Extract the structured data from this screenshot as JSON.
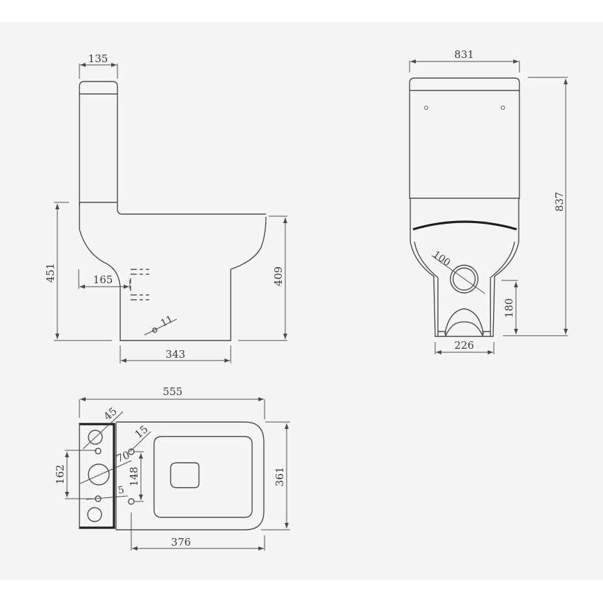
{
  "colors": {
    "background": "#f5f5f5",
    "outer_background": "#ffffff",
    "line": "#4a4a4a",
    "text": "#3a3a3a"
  },
  "side_view": {
    "tank_depth": "135",
    "overall_height_front": "451",
    "outlet_from_wall": "165",
    "bowl_height": "409",
    "base_length": "343",
    "fixing_hole_dia": "11"
  },
  "front_view": {
    "overall_width": "831",
    "overall_height": "837",
    "outlet_dia": "100",
    "outlet_height": "180",
    "base_width": "226"
  },
  "top_view": {
    "overall_length": "555",
    "overall_width": "361",
    "inlet_hole_dia": "45",
    "flush_hole_dia": "70",
    "fixing_hole_dia_top": "15",
    "fixing_hole_dia_bottom": "5",
    "tank_hole_spacing": "162",
    "seat_hole_spacing": "148",
    "seat_to_front": "376"
  }
}
